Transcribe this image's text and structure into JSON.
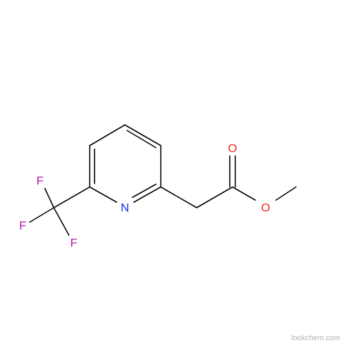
{
  "molecule": {
    "atoms": {
      "nitrogen": "N",
      "oxygen_carbonyl": "O",
      "oxygen_ester": "O",
      "fluorine_top": "F",
      "fluorine_left": "F",
      "fluorine_bottom": "F"
    },
    "colors": {
      "bond": "#000000",
      "nitrogen": "#1c26ea",
      "oxygen": "#ee2b1c",
      "fluorine": "#b018a9"
    }
  },
  "watermark": "lookchem.com"
}
